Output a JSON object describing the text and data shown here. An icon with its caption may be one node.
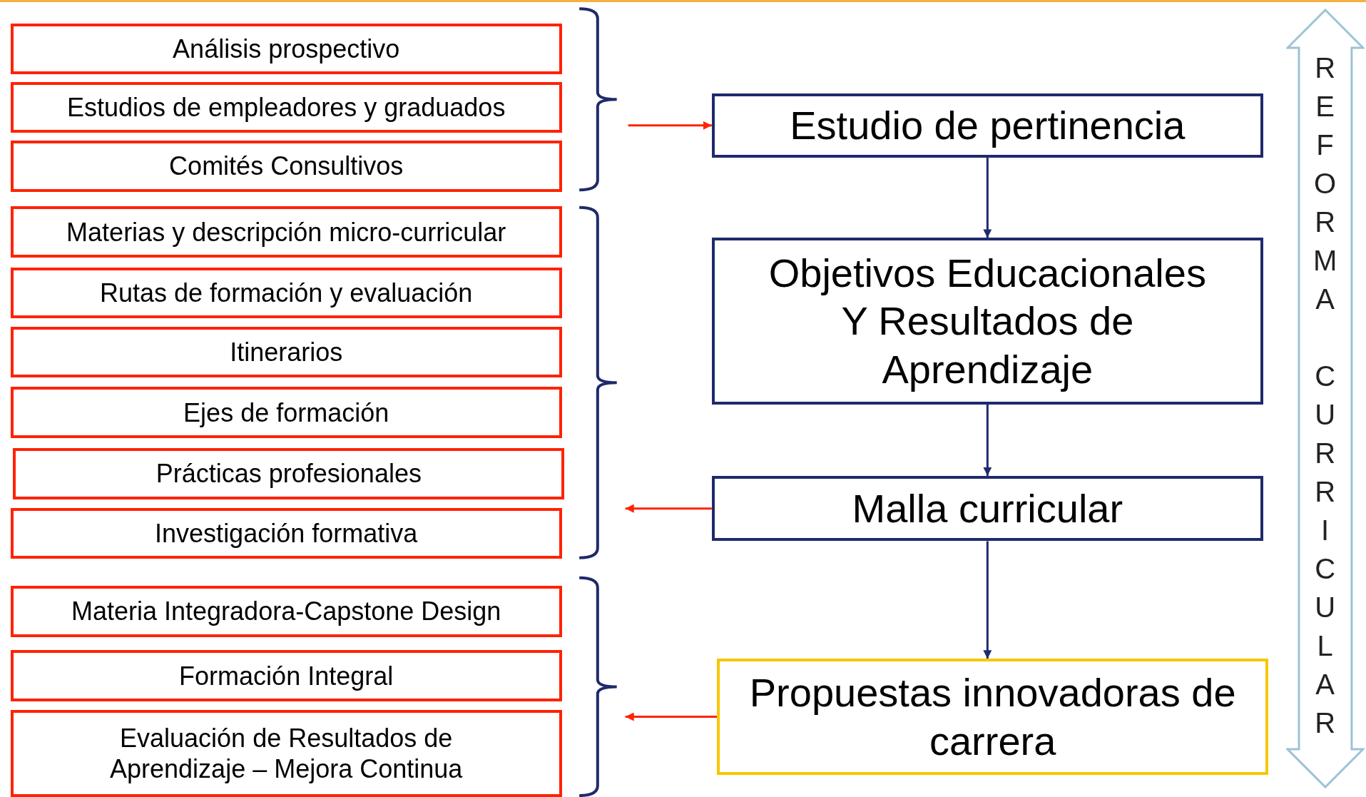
{
  "diagram": {
    "nodes": [
      {
        "text": [
          "Análisis prospectivo"
        ]
      },
      {
        "text": [
          "Estudios de empleadores y graduados"
        ]
      },
      {
        "text": [
          "Comités Consultivos"
        ]
      },
      {
        "text": [
          "Materias y descripción micro-curricular"
        ]
      },
      {
        "text": [
          "Rutas de formación y evaluación"
        ]
      },
      {
        "text": [
          "Itinerarios"
        ]
      },
      {
        "text": [
          "Ejes de formación"
        ]
      },
      {
        "text": [
          "Prácticas profesionales"
        ]
      },
      {
        "text": [
          "Investigación formativa"
        ]
      },
      {
        "text": [
          "Materia Integradora-Capstone Design"
        ]
      },
      {
        "text": [
          "Formación Integral"
        ]
      },
      {
        "text": [
          "Evaluación de Resultados de Aprendizaje – Mejora Continua"
        ]
      },
      {
        "text": [
          "Estudio de pertinencia"
        ]
      },
      {
        "text": [
          "Objetivos Educacionales Y Resultados de Aprendizaje"
        ]
      },
      {
        "text": [
          "Malla curricular"
        ]
      },
      {
        "text": [
          "Propuestas innovadoras de carrera"
        ]
      },
      {
        "text": [
          "REFORMA CURRICULAR"
        ]
      },
      {
        "text": [],
        "shape": "bracket"
      },
      {
        "text": [],
        "shape": "bracket"
      },
      {
        "text": [],
        "shape": "bracket"
      }
    ],
    "edges": [
      {
        "from": 17,
        "to": 12,
        "arrow": "to",
        "color": "#ff2200"
      },
      {
        "from": 12,
        "to": 13,
        "arrow": "to",
        "color": "#1f2a6b"
      },
      {
        "from": 13,
        "to": 14,
        "arrow": "to",
        "color": "#1f2a6b"
      },
      {
        "from": 14,
        "to": 18,
        "arrow": "to",
        "color": "#ff2200"
      },
      {
        "from": 14,
        "to": 15,
        "arrow": "to",
        "color": "#1f2a6b"
      },
      {
        "from": 15,
        "to": 19,
        "arrow": "to",
        "color": "#ff2200"
      }
    ]
  }
}
